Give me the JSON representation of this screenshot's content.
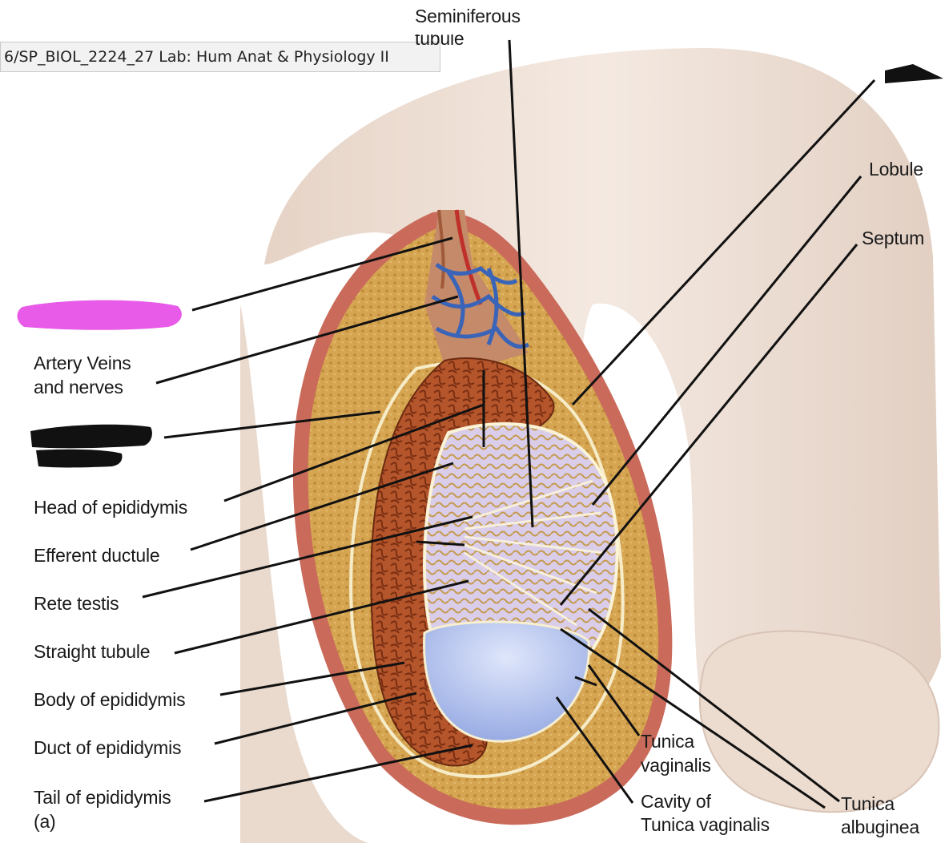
{
  "window": {
    "tab_title": "6/SP_BIOL_2224_27 Lab: Hum Anat & Physiology II"
  },
  "diagram": {
    "labels": {
      "seminiferous_line1": "Seminiferous",
      "seminiferous_line2": "tubule",
      "lobule": "Lobule",
      "septum": "Septum",
      "artery_line1": "Artery Veins",
      "artery_line2": "and nerves",
      "head_epididymis": "Head of epididymis",
      "efferent_ductule": "Efferent ductule",
      "rete_testis": "Rete testis",
      "straight_tubule": "Straight tubule",
      "body_epididymis": "Body of epididymis",
      "duct_epididymis": "Duct of epididymis",
      "tail_epididymis": "Tail of epididymis",
      "panel_marker": "(a)",
      "tunica_vaginalis_line1": "Tunica",
      "tunica_vaginalis_line2": "vaginalis",
      "cavity_line1": "Cavity of",
      "cavity_line2": "Tunica vaginalis",
      "tunica_albuginea_line1": "Tunica",
      "tunica_albuginea_line2": "albuginea"
    },
    "colors": {
      "pink_highlight": "#e85ae8",
      "redaction": "#111111",
      "skin": "#efe2d8",
      "scrotal_tissue": "#d4a24e",
      "epididymis": "#b5532a",
      "testis_lobules": "#d8cce8",
      "cavity": "#a9b9ea"
    }
  }
}
